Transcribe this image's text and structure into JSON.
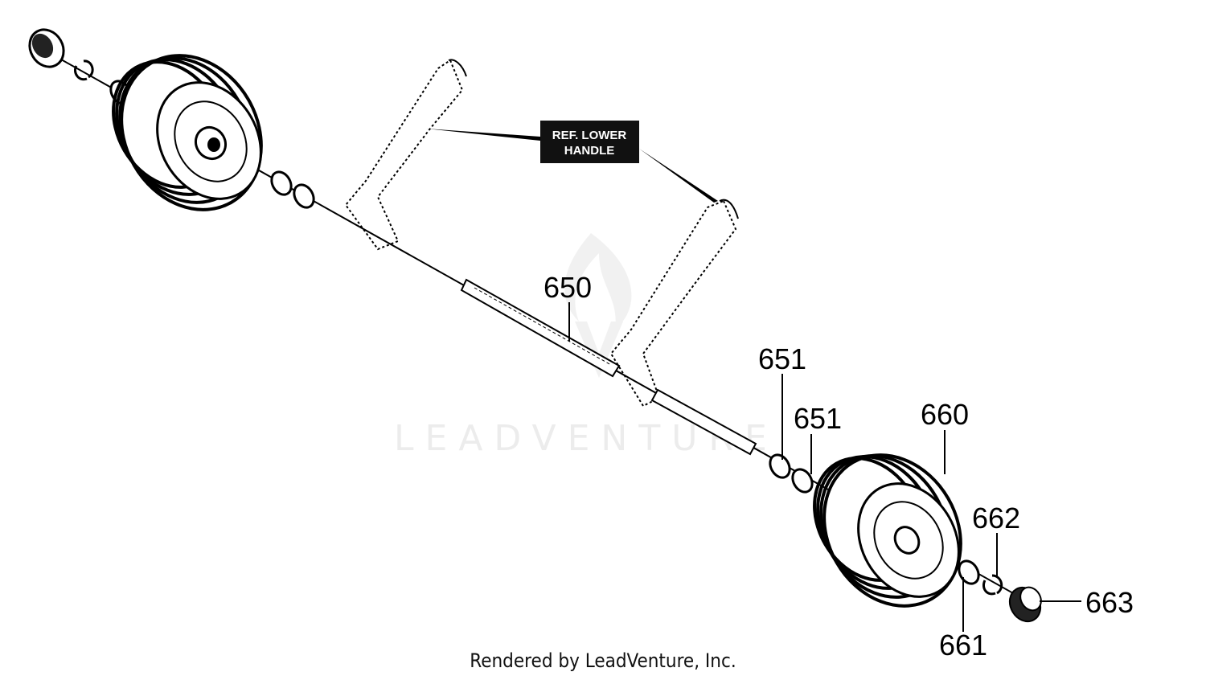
{
  "diagram": {
    "ref_label_line1": "REF. LOWER",
    "ref_label_line2": "HANDLE",
    "callouts": {
      "p650": "650",
      "p651a": "651",
      "p651b": "651",
      "p660": "660",
      "p661": "661",
      "p662": "662",
      "p663": "663"
    },
    "watermark": "LEADVENTURE",
    "footer": "Rendered by LeadVenture, Inc."
  }
}
